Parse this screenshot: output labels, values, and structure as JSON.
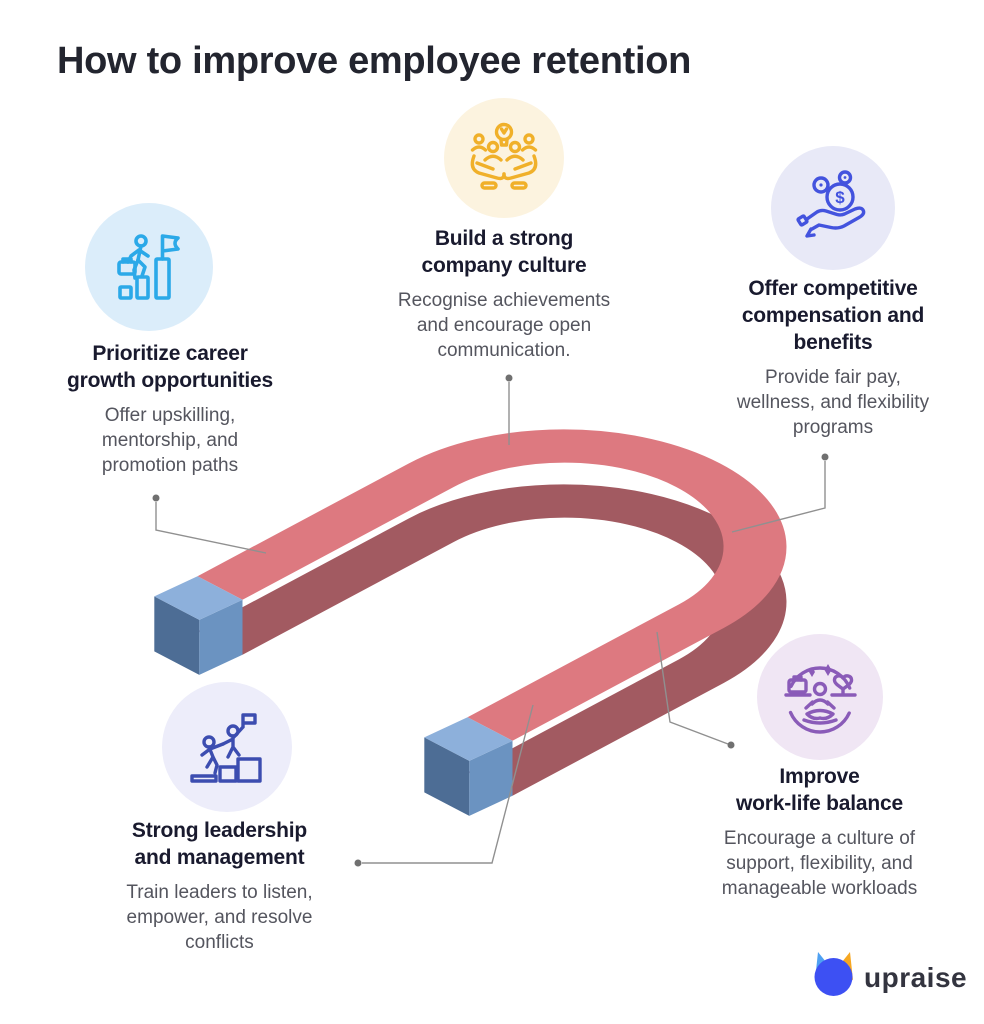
{
  "title": "How to improve employee retention",
  "sections": [
    {
      "id": "career",
      "heading": [
        "Prioritize career",
        "growth opportunities"
      ],
      "body": [
        "Offer upskilling,",
        "mentorship, and",
        "promotion paths"
      ],
      "icon": "career-growth-icon",
      "accent": "#2BA9E8",
      "circle_bg": "#DBEDFA",
      "style": "background:#DBEDFA;color:#2BA9E8"
    },
    {
      "id": "culture",
      "heading": [
        "Build a strong",
        "company culture"
      ],
      "body": [
        "Recognise achievements",
        "and encourage open",
        "communication."
      ],
      "icon": "company-culture-icon",
      "accent": "#F0B02A",
      "circle_bg": "#FCF3DF",
      "style": "background:#FCF3DF;color:#F0B02A"
    },
    {
      "id": "compensation",
      "heading": [
        "Offer competitive",
        "compensation and",
        "benefits"
      ],
      "body": [
        "Provide fair pay,",
        "wellness, and flexibility",
        "programs"
      ],
      "icon": "compensation-icon",
      "dollar": "$",
      "accent": "#4353DE",
      "circle_bg": "#E8E9F7",
      "style": "background:#E8E9F7;color:#4353DE"
    },
    {
      "id": "leadership",
      "heading": [
        "Strong leadership",
        "and management"
      ],
      "body": [
        "Train leaders to listen,",
        "empower, and resolve",
        "conflicts"
      ],
      "icon": "leadership-icon",
      "accent": "#3C4DB0",
      "circle_bg": "#EDEDFA",
      "style": "background:#EDEDFA;color:#3C4DB0"
    },
    {
      "id": "worklife",
      "heading": [
        "Improve",
        "work-life balance"
      ],
      "body": [
        "Encourage a culture of",
        "support, flexibility, and",
        "manageable workloads"
      ],
      "icon": "work-life-balance-icon",
      "accent": "#8A5BB8",
      "circle_bg": "#F0E6F4",
      "style": "background:#F0E6F4;color:#8A5BB8"
    }
  ],
  "magnet": {
    "body": "#DD7980",
    "shadow": "#A25A61",
    "tip_top": "#8DB0DB",
    "tip_side": "#6B93C1",
    "tip_front": "#4D6D95",
    "leader_line": "#909090",
    "leader_dot": "#707070"
  },
  "logo": {
    "text": "upraise",
    "blue": "#3D50F3",
    "light_blue": "#4FA1F2",
    "orange": "#F6A722",
    "text_color": "#33343F"
  }
}
